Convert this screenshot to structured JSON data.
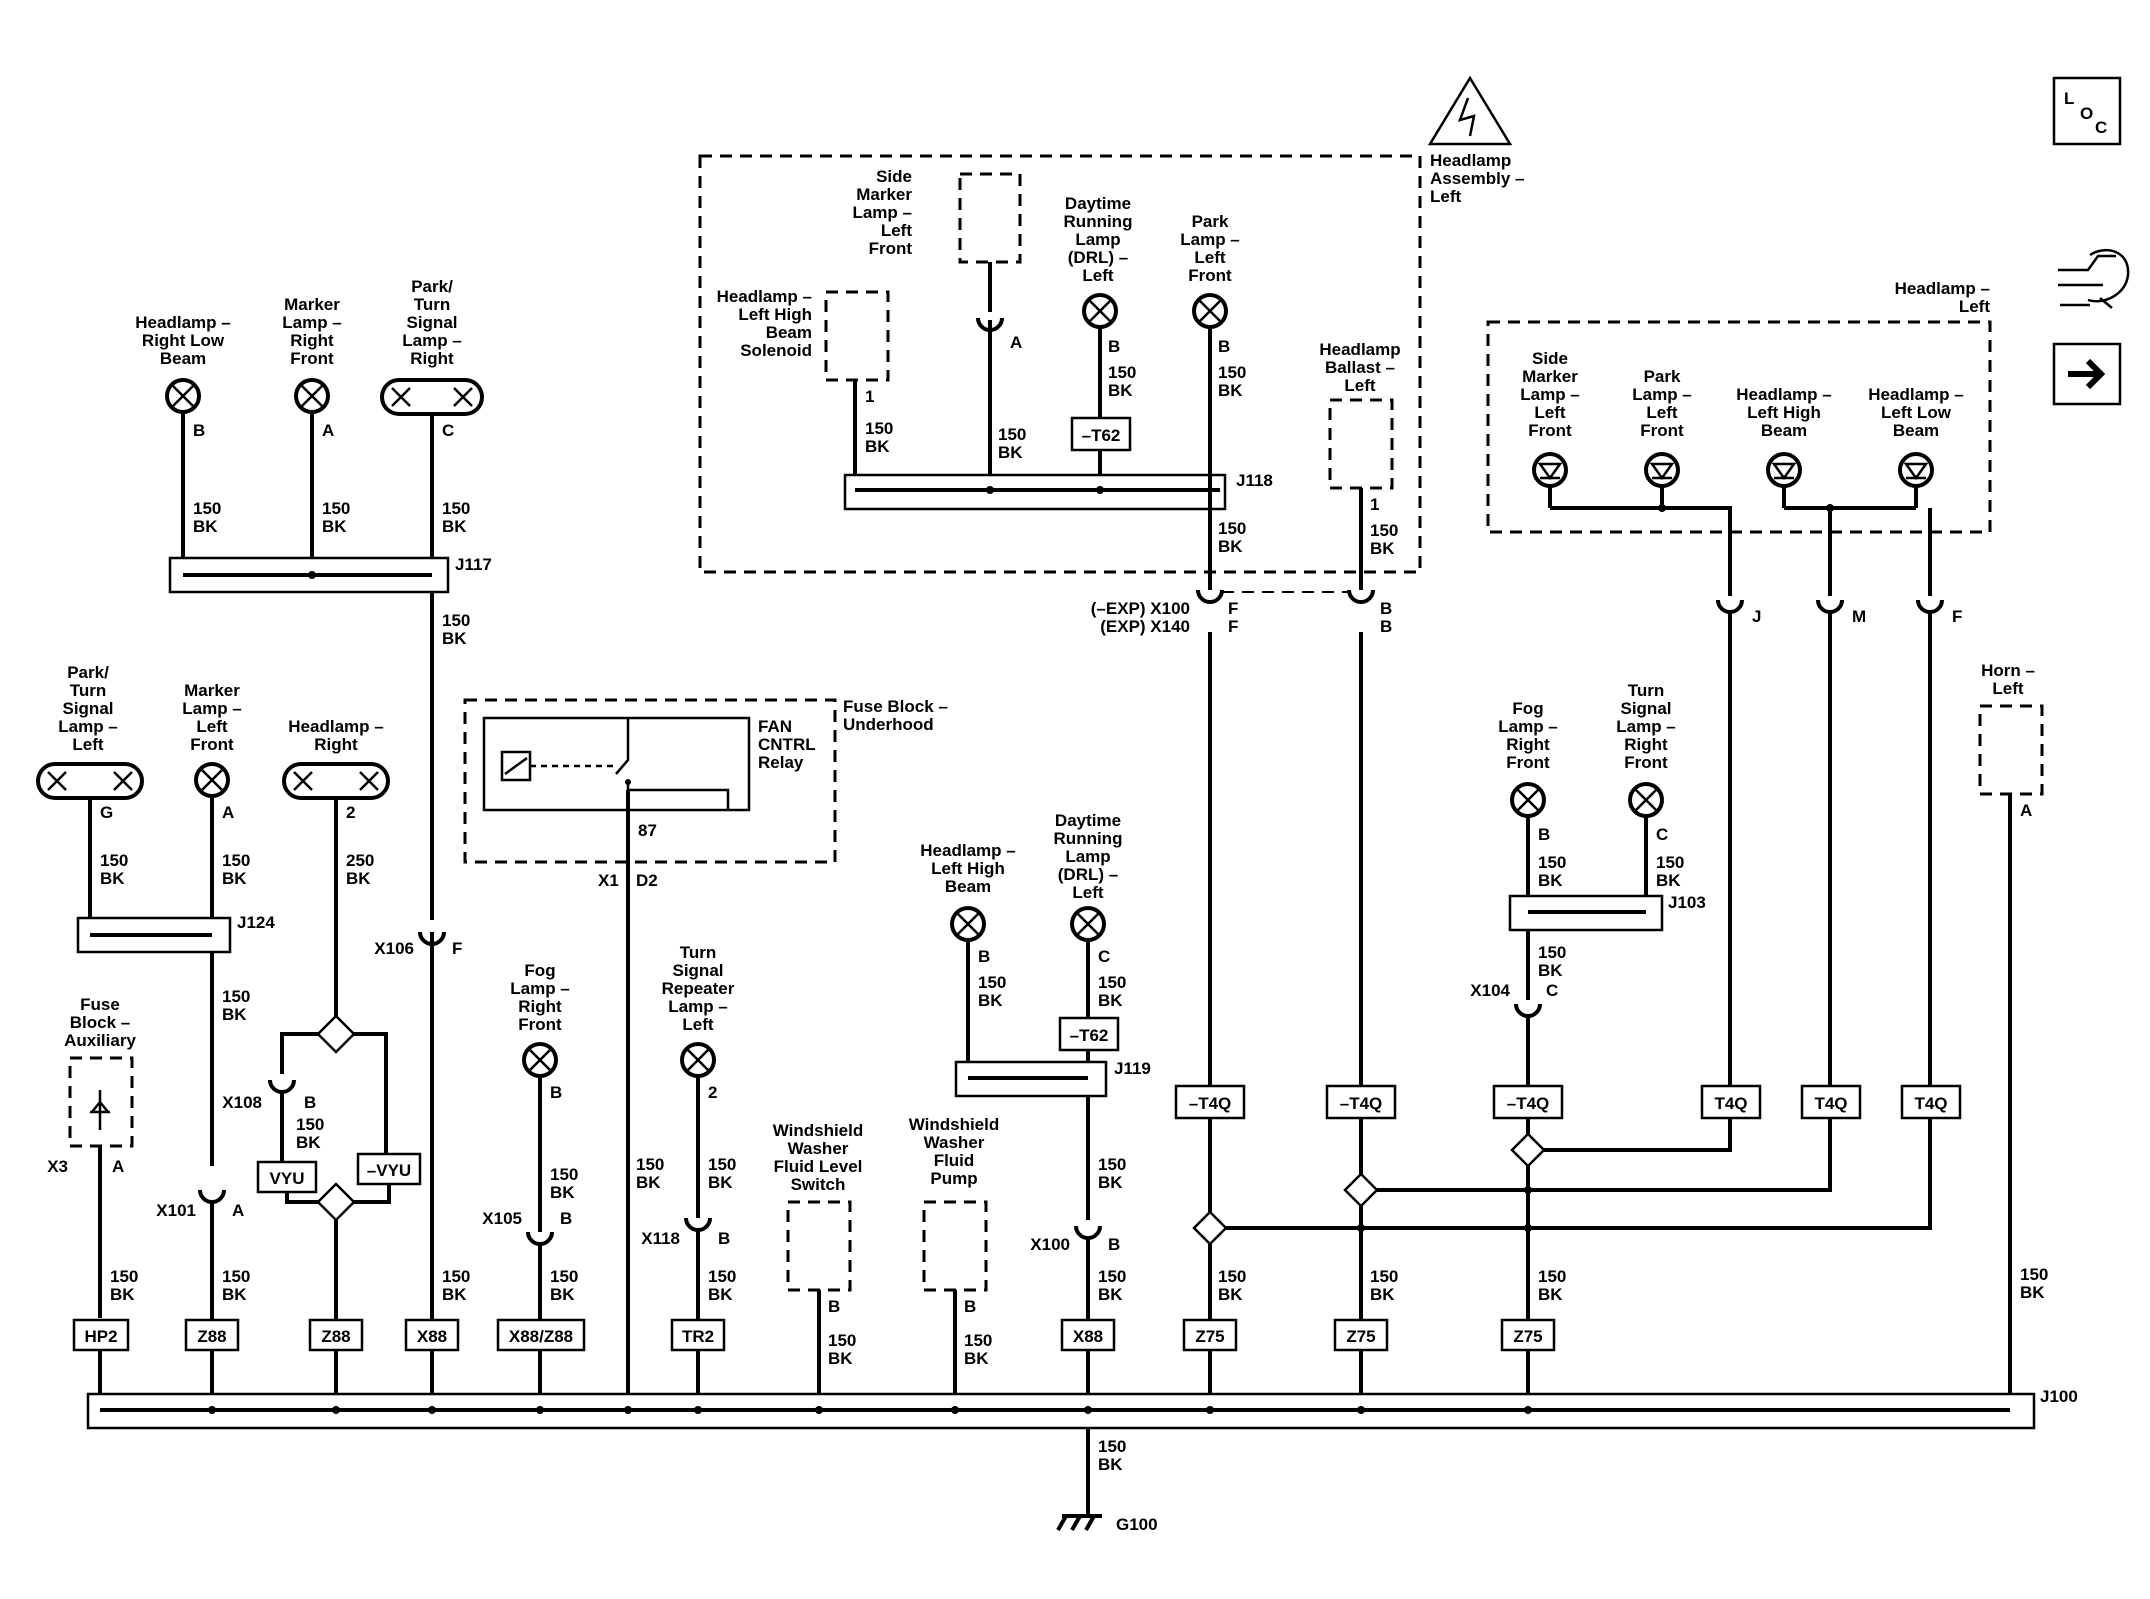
{
  "diagram": {
    "loc_icon": {
      "l": "L",
      "o": "O",
      "c": "C"
    },
    "ground": "G100",
    "splices": {
      "j100": "J100",
      "j103": "J103",
      "j117": "J117",
      "j118": "J118",
      "j119": "J119",
      "j124": "J124"
    },
    "connectors": {
      "x100": "X100",
      "x100_top": "(–EXP) X100",
      "x140_top": "(EXP) X140",
      "x101": "X101",
      "x104": "X104",
      "x105": "X105",
      "x106": "X106",
      "x108": "X108",
      "x118": "X118",
      "x3": "X3",
      "x1": "X1"
    },
    "wire": {
      "gauge_150": "150",
      "gauge_250": "250",
      "color_bk": "BK"
    },
    "pins": {
      "a": "A",
      "b": "B",
      "c": "C",
      "f": "F",
      "g": "G",
      "j": "J",
      "m": "M",
      "d2": "D2",
      "p1": "1",
      "p2": "2",
      "p87": "87"
    },
    "options": {
      "hp2": "HP2",
      "z88": "Z88",
      "x88": "X88",
      "x88z88": "X88/Z88",
      "tr2": "TR2",
      "z75": "Z75",
      "t4q": "T4Q",
      "nt4q": "–T4Q",
      "nt62": "–T62",
      "vyu": "VYU",
      "nvyu": "–VYU"
    },
    "components": {
      "headlamp_assembly_left": [
        "Headlamp",
        "Assembly –",
        "Left"
      ],
      "side_marker_lf": [
        "Side",
        "Marker",
        "Lamp –",
        "Left",
        "Front"
      ],
      "drl_left": [
        "Daytime",
        "Running",
        "Lamp",
        "(DRL) –",
        "Left"
      ],
      "park_lamp_lf": [
        "Park",
        "Lamp –",
        "Left",
        "Front"
      ],
      "hl_high_beam_solenoid": [
        "Headlamp –",
        "Left High",
        "Beam",
        "Solenoid"
      ],
      "hl_ballast_left": [
        "Headlamp",
        "Ballast –",
        "Left"
      ],
      "hl_right_low": [
        "Headlamp –",
        "Right Low",
        "Beam"
      ],
      "marker_rf": [
        "Marker",
        "Lamp –",
        "Right",
        "Front"
      ],
      "park_turn_right": [
        "Park/",
        "Turn",
        "Signal",
        "Lamp –",
        "Right"
      ],
      "fuse_block_underhood": [
        "Fuse Block –",
        "Underhood"
      ],
      "fan_relay": [
        "FAN",
        "CNTRL",
        "Relay"
      ],
      "park_turn_left": [
        "Park/",
        "Turn",
        "Signal",
        "Lamp –",
        "Left"
      ],
      "marker_lf": [
        "Marker",
        "Lamp –",
        "Left",
        "Front"
      ],
      "headlamp_right": [
        "Headlamp –",
        "Right"
      ],
      "fuse_block_aux": [
        "Fuse",
        "Block –",
        "Auxiliary"
      ],
      "fog_rf_left": [
        "Fog",
        "Lamp –",
        "Right",
        "Front"
      ],
      "turn_repeater": [
        "Turn",
        "Signal",
        "Repeater",
        "Lamp –",
        "Left"
      ],
      "ww_level_switch": [
        "Windshield",
        "Washer",
        "Fluid Level",
        "Switch"
      ],
      "ww_pump": [
        "Windshield",
        "Washer",
        "Fluid",
        "Pump"
      ],
      "hl_left_high_beam": [
        "Headlamp –",
        "Left High",
        "Beam"
      ],
      "drl_left_2": [
        "Daytime",
        "Running",
        "Lamp",
        "(DRL) –",
        "Left"
      ],
      "fog_rf_right": [
        "Fog",
        "Lamp –",
        "Right",
        "Front"
      ],
      "turn_rf": [
        "Turn",
        "Signal",
        "Lamp –",
        "Right",
        "Front"
      ],
      "headlamp_left_group": [
        "Headlamp –",
        "Left"
      ],
      "side_marker_lf_2": [
        "Side",
        "Marker",
        "Lamp –",
        "Left",
        "Front"
      ],
      "park_lamp_lf_2": [
        "Park",
        "Lamp –",
        "Left",
        "Front"
      ],
      "hl_left_high_beam_2": [
        "Headlamp –",
        "Left High",
        "Beam"
      ],
      "hl_left_low_beam": [
        "Headlamp –",
        "Left Low",
        "Beam"
      ],
      "horn_left": [
        "Horn –",
        "Left"
      ]
    }
  }
}
